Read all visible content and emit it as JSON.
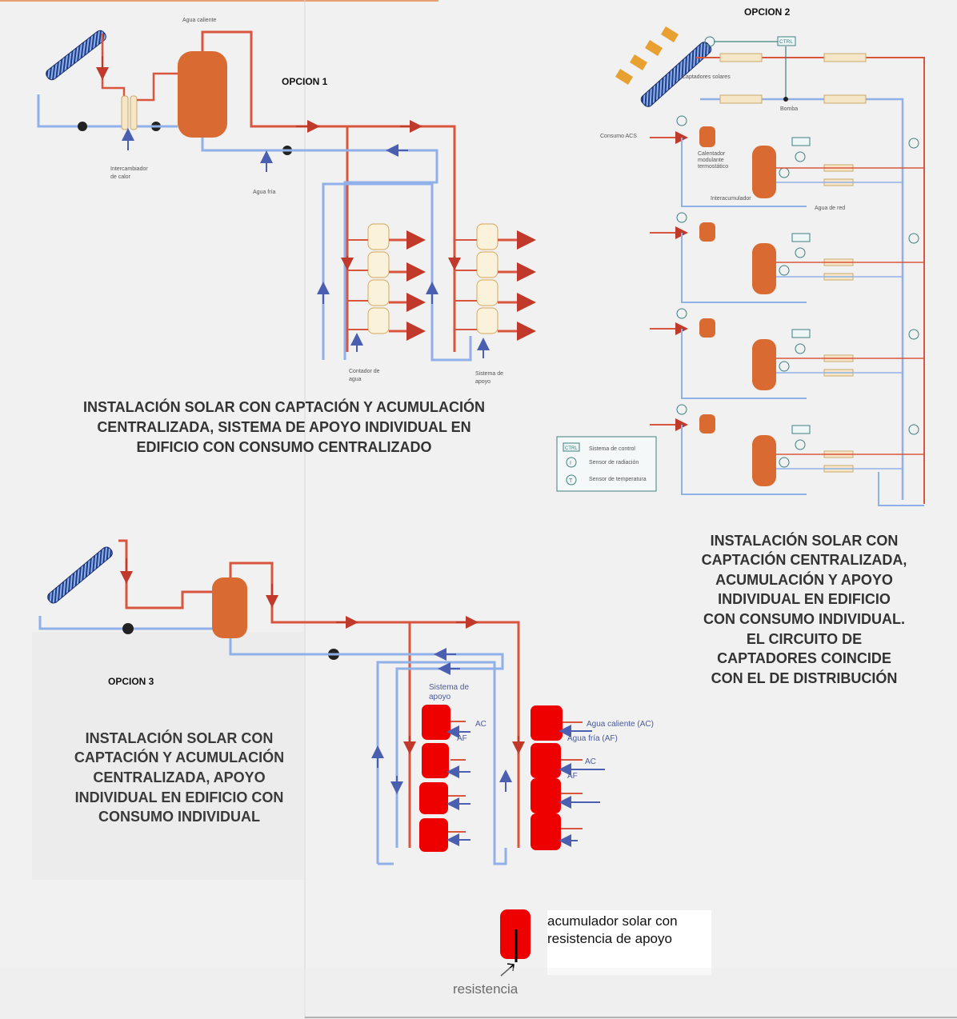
{
  "colors": {
    "hot": "#d9553d",
    "cold": "#6f8fd0",
    "tank": "#d86a32",
    "red_tank": "#ee0000",
    "background": "#f1f1f2",
    "teal": "#3f7f80"
  },
  "option1": {
    "label": "OPCION 1",
    "agua_caliente": "Agua caliente",
    "agua_fria": "Agua fría",
    "intercambiador": [
      "Intercambiador",
      "de calor"
    ],
    "contador": [
      "Contador de",
      "agua"
    ],
    "sistema_apoyo": [
      "Sistema de",
      "apoyo"
    ],
    "caption": [
      "INSTALACIÓN SOLAR CON CAPTACIÓN Y ACUMULACIÓN",
      "CENTRALIZADA, SISTEMA DE APOYO INDIVIDUAL EN",
      "EDIFICIO CON CONSUMO CENTRALIZADO"
    ]
  },
  "option2": {
    "label": "OPCION 2",
    "ctrl": "CTRL",
    "captadores": "Captadores solares",
    "bomba": "Bomba",
    "consumo_acs": "Consumo ACS",
    "calentador": [
      "Calentador",
      "modulante",
      "termostático"
    ],
    "interacumulador": "Interacumulador",
    "agua_red": "Agua de red",
    "legend": [
      {
        "symbol": "CTRL",
        "text": "Sistema de control"
      },
      {
        "symbol": "I",
        "text": "Sensor de radiación"
      },
      {
        "symbol": "T",
        "text": "Sensor de temperatura"
      }
    ],
    "caption": [
      "INSTALACIÓN SOLAR CON",
      "CAPTACIÓN CENTRALIZADA,",
      "ACUMULACIÓN Y APOYO",
      "INDIVIDUAL EN EDIFICIO",
      "CON CONSUMO INDIVIDUAL.",
      "EL CIRCUITO DE",
      "CAPTADORES COINCIDE",
      "CON EL DE DISTRIBUCIÓN"
    ]
  },
  "option3": {
    "label": "OPCION 3",
    "sistema_apoyo": [
      "Sistema de",
      "apoyo"
    ],
    "ac": "AC",
    "af": "AF",
    "agua_caliente_ac": "Agua caliente (AC)",
    "agua_fria_af": "Agua fría (AF)",
    "caption": [
      "INSTALACIÓN SOLAR CON",
      "CAPTACIÓN Y ACUMULACIÓN",
      "CENTRALIZADA, APOYO",
      "INDIVIDUAL EN EDIFICIO CON",
      "CONSUMO INDIVIDUAL"
    ]
  },
  "legend_box": {
    "text": [
      "acumulador solar con",
      "resistencia de apoyo"
    ],
    "resistencia": "resistencia"
  }
}
